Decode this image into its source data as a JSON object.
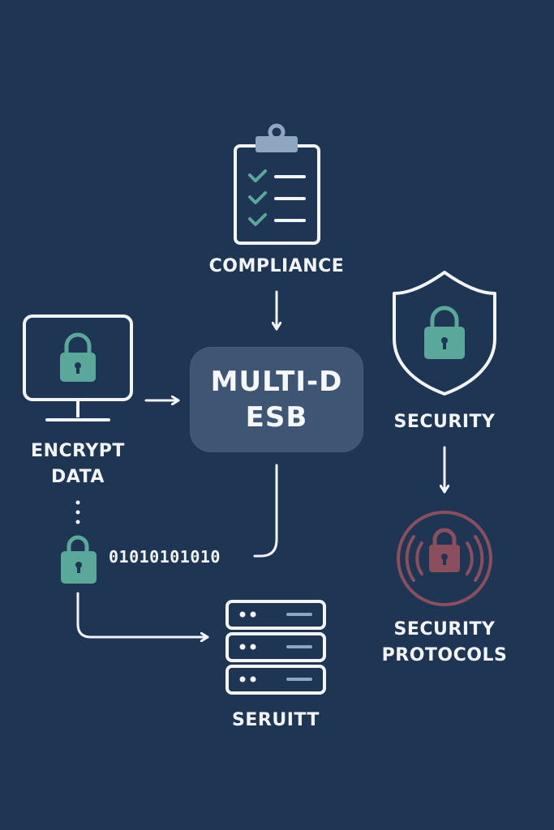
{
  "hub": {
    "line1": "MULTI-D",
    "line2": "ESB"
  },
  "labels": {
    "compliance": "COMPLIANCE",
    "encrypt_line1": "ENCRYPT",
    "encrypt_line2": "DATA",
    "security": "SECURITY",
    "protocols_line1": "SECURITY",
    "protocols_line2": "PROTOCOLS",
    "server": "SERUITT"
  },
  "binary": "01010101010",
  "colors": {
    "background": "#1e3553",
    "hub": "#3e5673",
    "white": "#f2f4f7",
    "teal": "#5aa89a",
    "clip": "#8fa6c0",
    "protocol": "#8a4e5d"
  },
  "icons": [
    "clipboard-icon",
    "monitor-icon",
    "lock-icon",
    "shield-icon",
    "alarm-lock-icon",
    "server-icon"
  ]
}
